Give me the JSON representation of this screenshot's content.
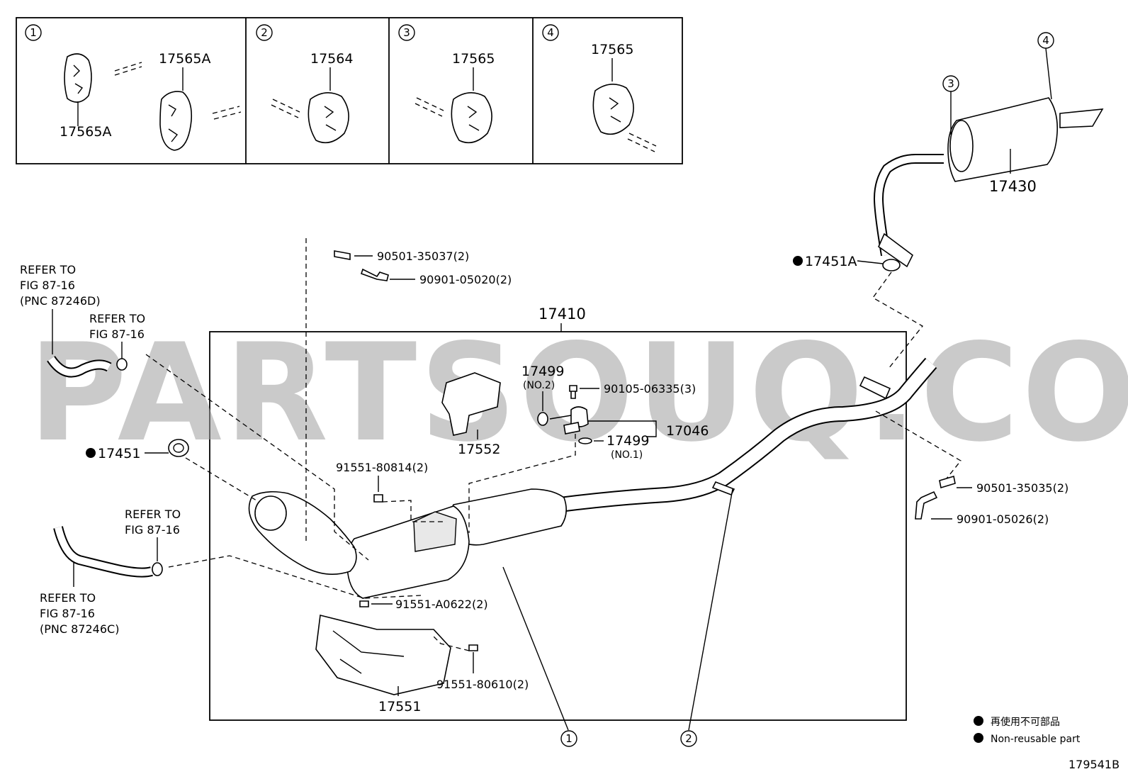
{
  "watermark": "PARTSOUQ.COM",
  "inset_panels": [
    {
      "num": "1",
      "labels": [
        "17565A",
        "17565A"
      ]
    },
    {
      "num": "2",
      "labels": [
        "17564"
      ]
    },
    {
      "num": "3",
      "labels": [
        "17565"
      ]
    },
    {
      "num": "4",
      "labels": [
        "17565"
      ]
    }
  ],
  "muffler": {
    "part": "17430",
    "callouts": [
      "3",
      "4"
    ],
    "gasket": "17451A"
  },
  "assembly": {
    "part": "17410"
  },
  "parts": {
    "spring_top": "90501-35037(2)",
    "bolt_top": "90901-05020(2)",
    "bolt_right": "90105-06335(3)",
    "sensor_o_ring_no2": "17499",
    "sensor_o_ring_no2_sub": "(NO.2)",
    "sensor_o_ring_no1": "17499",
    "sensor_o_ring_no1_sub": "(NO.1)",
    "sensor": "17046",
    "heat_insulator_upper": "17552",
    "heat_insulator_lower": "17551",
    "gasket_front": "17451",
    "bolt_mid": "91551-80814(2)",
    "bolt_low1": "91551-A0622(2)",
    "bolt_low2": "91551-80610(2)",
    "spring_right": "90501-35035(2)",
    "bolt_right_low": "90901-05026(2)"
  },
  "refs": {
    "ref1": [
      "REFER TO",
      "FIG 87-16",
      "(PNC 87246D)"
    ],
    "ref2": [
      "REFER TO",
      "FIG 87-16"
    ],
    "ref3": [
      "REFER TO",
      "FIG 87-16"
    ],
    "ref4": [
      "REFER TO",
      "FIG 87-16",
      "(PNC 87246C)"
    ]
  },
  "callouts_bottom": [
    "1",
    "2"
  ],
  "legend": {
    "jp": "再使用不可部品",
    "en": "Non-reusable part"
  },
  "figure_id": "179541B"
}
